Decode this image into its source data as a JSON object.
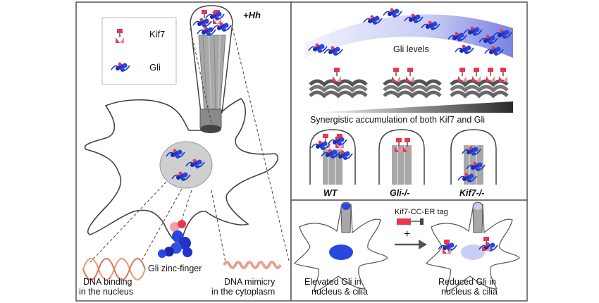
{
  "legend": {
    "kif7": "Kif7",
    "gli": "Gli"
  },
  "stimulus": "+Hh",
  "cell_labels": {
    "dna_binding": [
      "DNA binding",
      "in the nucleus"
    ],
    "zinc_finger": "Gli zinc-finger",
    "dna_mimicry": [
      "DNA mimicry",
      "in the cytoplasm"
    ]
  },
  "gli_levels_label": "Gli levels",
  "synergy_label": "Synergistic accumulation of both Kif7 and Gli",
  "genotypes": [
    "WT",
    "Gli-/-",
    "Kif7-/-"
  ],
  "tag_label": "Kif7-CC-ER tag",
  "plus_sign": "+",
  "outcomes": {
    "before": [
      "Elevated Gli in",
      "nucleus & cilia"
    ],
    "after": [
      "Reduced Gli in",
      "nucleus & cilia"
    ]
  },
  "colors": {
    "gli_blue": "#1f35c8",
    "kif7_red": "#e8384f",
    "frame": "#555555",
    "cilium_grey": "#9a9a9a"
  }
}
